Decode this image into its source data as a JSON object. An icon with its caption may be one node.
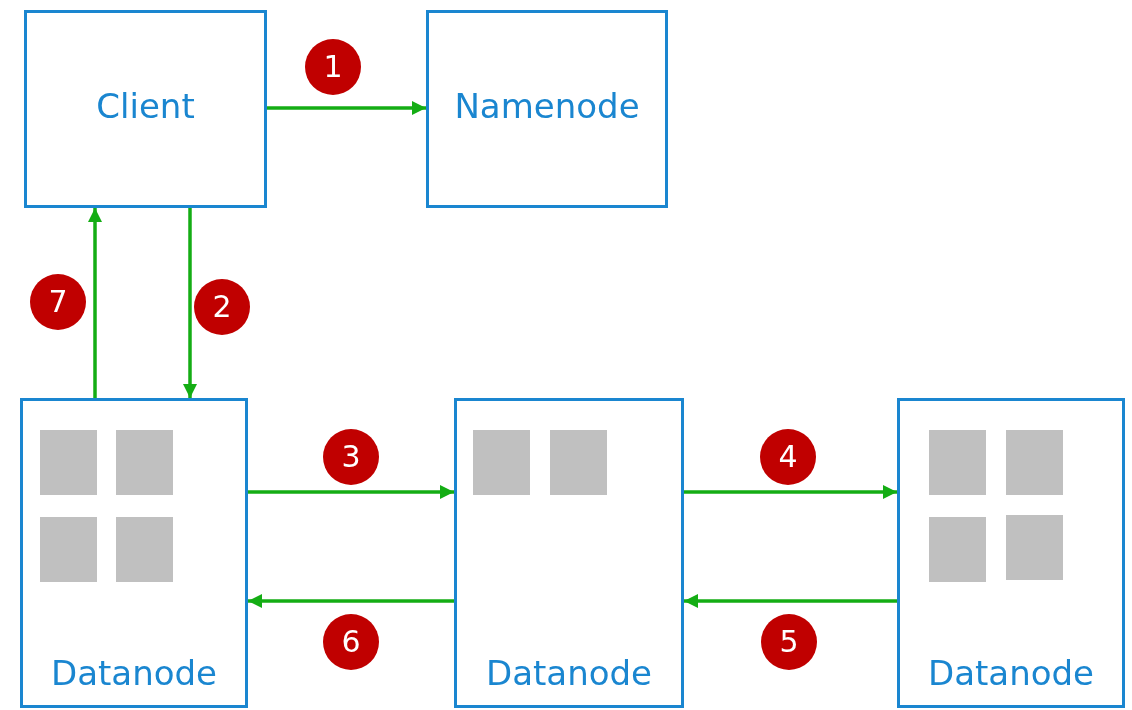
{
  "diagram": {
    "nodes": [
      {
        "text": [
          "Client"
        ]
      },
      {
        "text": [
          "Namenode"
        ]
      },
      {
        "text": [
          "Datanode"
        ]
      },
      {
        "text": [
          "Datanode"
        ]
      },
      {
        "text": [
          "Datanode"
        ]
      }
    ],
    "edges": [
      {
        "from": 0,
        "to": 1,
        "arrow": "to",
        "label": "1"
      },
      {
        "from": 0,
        "to": 2,
        "arrow": "to",
        "label": "2"
      },
      {
        "from": 2,
        "to": 3,
        "arrow": "to",
        "label": "3"
      },
      {
        "from": 3,
        "to": 4,
        "arrow": "to",
        "label": "4"
      },
      {
        "from": 4,
        "to": 3,
        "arrow": "to",
        "label": "5"
      },
      {
        "from": 3,
        "to": 2,
        "arrow": "to",
        "label": "6"
      },
      {
        "from": 2,
        "to": 0,
        "arrow": "to",
        "label": "7"
      }
    ]
  }
}
